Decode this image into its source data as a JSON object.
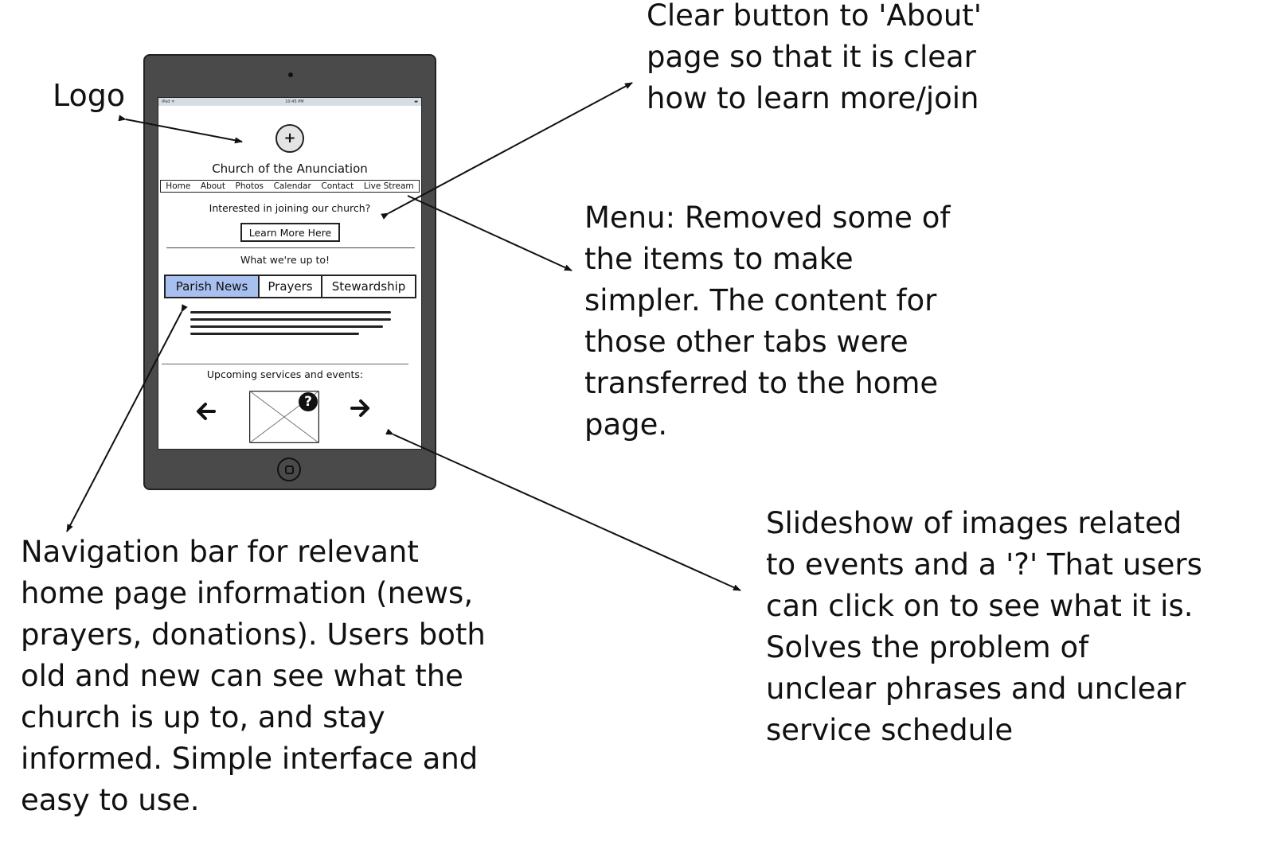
{
  "annotations": {
    "logo": "Logo",
    "about_button": "Clear button to 'About'\npage so that it is clear\nhow to learn more/join",
    "menu": "Menu: Removed some of\nthe items to make\nsimpler. The content for\nthose other tabs were\ntransferred to the home\npage.",
    "navigation": "Navigation bar for relevant\nhome page information (news,\nprayers, donations). Users both\nold and new can see what the\nchurch is up to, and stay\ninformed. Simple interface and\neasy to use.",
    "slideshow": "Slideshow of images related\nto events and a '?' That users\ncan click on to see what it is.\nSolves the problem of\nunclear phrases and unclear\nservice schedule"
  },
  "mockup": {
    "status_left": "iPad ᯤ",
    "status_time": "10:45 PM",
    "status_right": "▬",
    "logo_glyph": "+",
    "church_name": "Church of the Anunciation",
    "nav_items": [
      "Home",
      "About",
      "Photos",
      "Calendar",
      "Contact",
      "Live Stream"
    ],
    "join_question": "Interested in joining our church?",
    "learn_more": "Learn More Here",
    "up_to": "What we're up to!",
    "tabs": [
      "Parish News",
      "Prayers",
      "Stewardship"
    ],
    "upcoming": "Upcoming services and events:",
    "prev_arrow": "🡐",
    "next_arrow": "🡒",
    "question_mark": "?"
  },
  "colors": {
    "tablet_body": "#4a4a4a",
    "status_bar": "#d6dde3",
    "active_tab": "#a7c0ef",
    "logo_fill": "#e4e4e4"
  }
}
